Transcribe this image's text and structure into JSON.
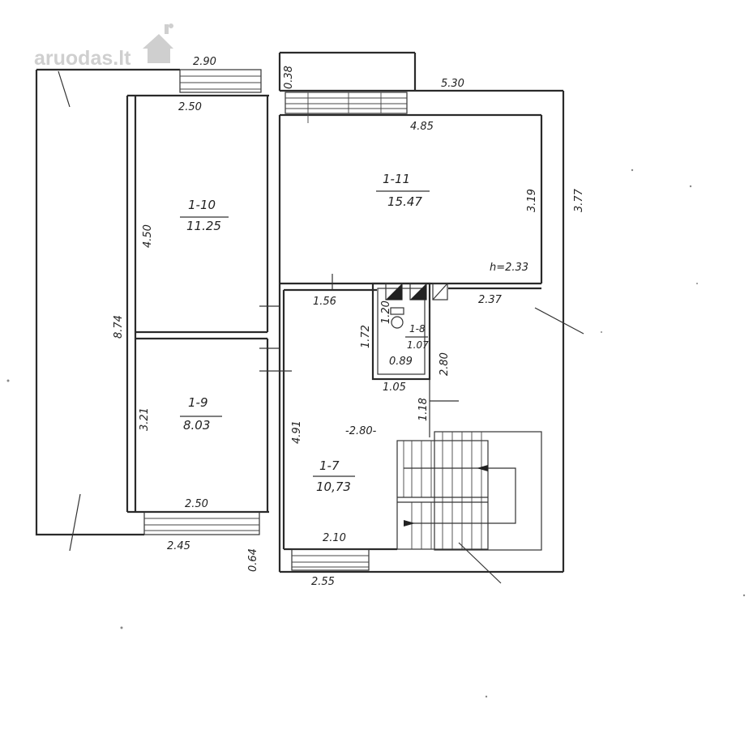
{
  "watermark": "aruodas.lt",
  "rooms": [
    {
      "id": "1-10",
      "area": "11.25"
    },
    {
      "id": "1-11",
      "area": "15.47"
    },
    {
      "id": "1-9",
      "area": "8.03"
    },
    {
      "id": "1-7",
      "area": "10,73"
    },
    {
      "id": "1-8",
      "area": "1.07"
    }
  ],
  "dimensions": {
    "d290": "2.90",
    "d250_top": "2.50",
    "d038": "0.38",
    "d530": "5.30",
    "d485": "4.85",
    "d319": "3.19",
    "d377": "3.77",
    "d450": "4.50",
    "d874": "8.74",
    "h": "h=2.33",
    "d156": "1.56",
    "d237": "2.37",
    "d120": "1.20",
    "d172": "1.72",
    "d089": "0.89",
    "d105": "1.05",
    "d280v": "2.80",
    "d118": "1.18",
    "d280h": "-2.80-",
    "d321": "3.21",
    "d491": "4.91",
    "d250_bot": "2.50",
    "d210": "2.10",
    "d245": "2.45",
    "d064": "0.64",
    "d255": "2.55"
  }
}
